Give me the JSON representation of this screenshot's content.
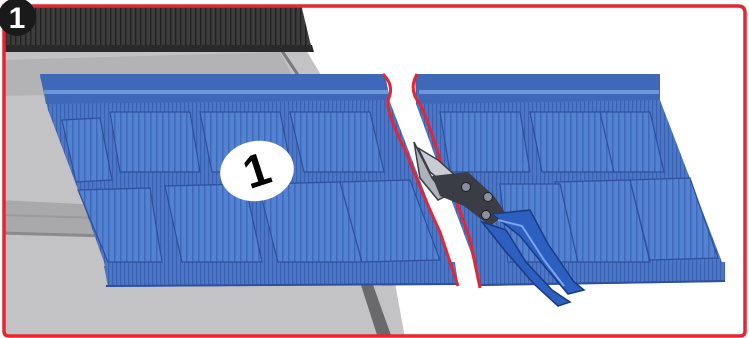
{
  "step": {
    "number": "1"
  },
  "panel_label": {
    "text": "1"
  },
  "colors": {
    "frame_red": "#e32732",
    "panel_blue": "#4a78c9",
    "panel_blue_dark": "#2f4f9b",
    "panel_blue_light": "#6f97dc",
    "roof_gray": "#b9b9bb",
    "roof_gray_dark": "#8e8e90",
    "tile_dark": "#3b3b3b",
    "tool_blue": "#2d5fc0",
    "tool_steel": "#3a3d45"
  },
  "icons": {
    "badge": "step-number-badge",
    "tool": "aviation-snips-icon"
  }
}
